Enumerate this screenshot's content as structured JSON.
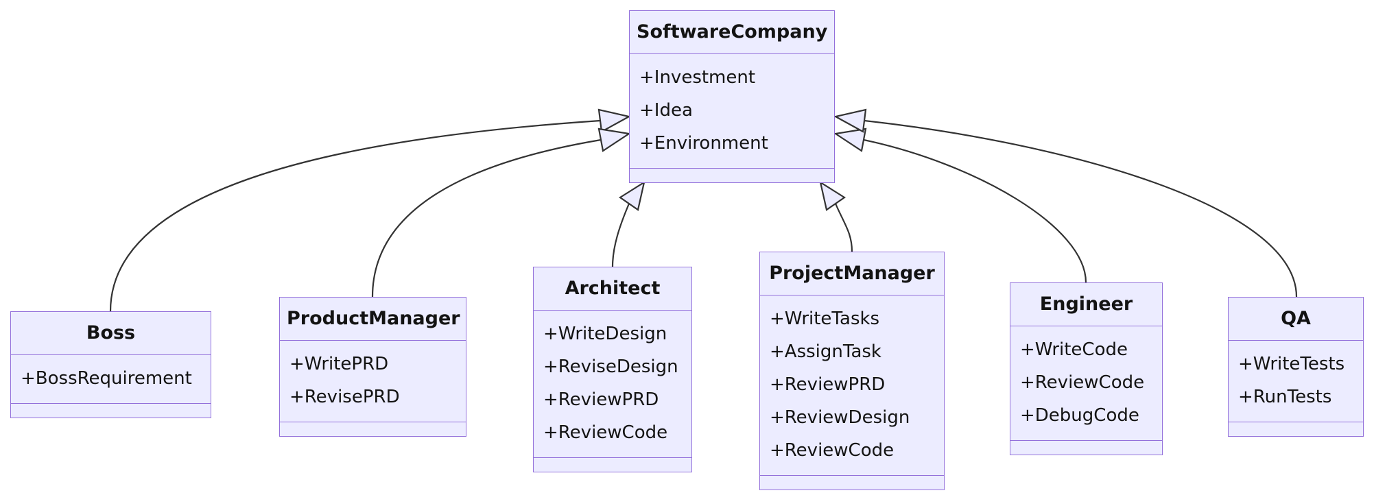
{
  "diagram": {
    "kind": "uml-class-diagram",
    "classes": [
      {
        "name": "SoftwareCompany",
        "attributes": [
          "+Investment",
          "+Idea",
          "+Environment"
        ],
        "methods": []
      },
      {
        "name": "Boss",
        "attributes": [
          "+BossRequirement"
        ],
        "methods": []
      },
      {
        "name": "ProductManager",
        "attributes": [
          "+WritePRD",
          "+RevisePRD"
        ],
        "methods": []
      },
      {
        "name": "Architect",
        "attributes": [
          "+WriteDesign",
          "+ReviseDesign",
          "+ReviewPRD",
          "+ReviewCode"
        ],
        "methods": []
      },
      {
        "name": "ProjectManager",
        "attributes": [
          "+WriteTasks",
          "+AssignTask",
          "+ReviewPRD",
          "+ReviewDesign",
          "+ReviewCode"
        ],
        "methods": []
      },
      {
        "name": "Engineer",
        "attributes": [
          "+WriteCode",
          "+ReviewCode",
          "+DebugCode"
        ],
        "methods": []
      },
      {
        "name": "QA",
        "attributes": [
          "+WriteTests",
          "+RunTests"
        ],
        "methods": []
      }
    ],
    "relationships": [
      {
        "from": "Boss",
        "to": "SoftwareCompany",
        "type": "inheritance"
      },
      {
        "from": "ProductManager",
        "to": "SoftwareCompany",
        "type": "inheritance"
      },
      {
        "from": "Architect",
        "to": "SoftwareCompany",
        "type": "inheritance"
      },
      {
        "from": "ProjectManager",
        "to": "SoftwareCompany",
        "type": "inheritance"
      },
      {
        "from": "Engineer",
        "to": "SoftwareCompany",
        "type": "inheritance"
      },
      {
        "from": "QA",
        "to": "SoftwareCompany",
        "type": "inheritance"
      }
    ],
    "colors": {
      "node_fill": "#ECECFF",
      "node_border": "#9370DB",
      "edge_stroke": "#333333",
      "text": "#131313",
      "background": "#ffffff"
    }
  }
}
